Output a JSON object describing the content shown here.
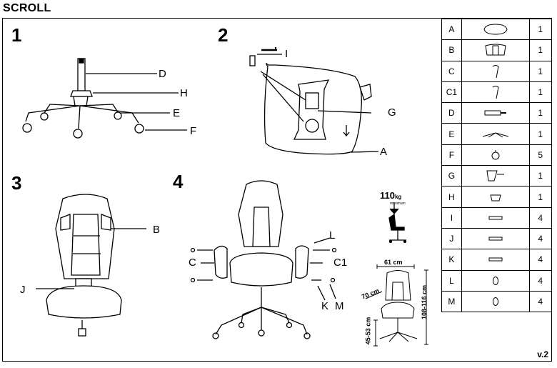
{
  "title": "SCROLL",
  "version": "v.2",
  "steps": [
    "1",
    "2",
    "3",
    "4"
  ],
  "step1": {
    "labels": {
      "d": "D",
      "h": "H",
      "e": "E",
      "f": "F"
    }
  },
  "step2": {
    "labels": {
      "i": "I",
      "g": "G",
      "a": "A"
    }
  },
  "step3": {
    "labels": {
      "b": "B",
      "j": "J"
    }
  },
  "step4": {
    "labels": {
      "l": "L",
      "c": "C",
      "c1": "C1",
      "k": "K",
      "m": "M"
    }
  },
  "weight": {
    "value": "110",
    "unit": "kg",
    "sub": "maximum"
  },
  "dimensions": {
    "width": "61 cm",
    "depth": "70 cm",
    "total_height": "108-116 cm",
    "seat_height": "45-53 cm"
  },
  "parts": [
    {
      "letter": "A",
      "qty": "1",
      "icon": "seat-icon"
    },
    {
      "letter": "B",
      "qty": "1",
      "icon": "backrest-icon"
    },
    {
      "letter": "C",
      "qty": "1",
      "icon": "armrest-icon"
    },
    {
      "letter": "C1",
      "qty": "1",
      "icon": "armrest-icon"
    },
    {
      "letter": "D",
      "qty": "1",
      "icon": "gas-lift-icon"
    },
    {
      "letter": "E",
      "qty": "1",
      "icon": "star-base-icon"
    },
    {
      "letter": "F",
      "qty": "5",
      "icon": "caster-icon"
    },
    {
      "letter": "G",
      "qty": "1",
      "icon": "mechanism-icon"
    },
    {
      "letter": "H",
      "qty": "1",
      "icon": "cover-icon"
    },
    {
      "letter": "I",
      "qty": "4",
      "icon": "screw-icon"
    },
    {
      "letter": "J",
      "qty": "4",
      "icon": "screw-icon"
    },
    {
      "letter": "K",
      "qty": "4",
      "icon": "screw-icon"
    },
    {
      "letter": "L",
      "qty": "4",
      "icon": "washer-icon"
    },
    {
      "letter": "M",
      "qty": "4",
      "icon": "washer-icon"
    }
  ]
}
